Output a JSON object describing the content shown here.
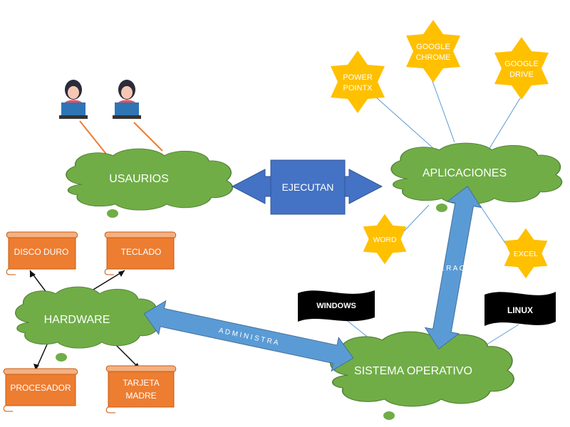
{
  "colors": {
    "cloud": "#70ad47",
    "cloud_stroke": "#548235",
    "scroll": "#ed7d31",
    "scroll_stroke": "#c55a11",
    "star": "#ffc000",
    "box": "#4472c4",
    "arrow": "#5b9bd5",
    "line_orange": "#ed7d31",
    "line_blue": "#5b9bd5",
    "flag": "#000000"
  },
  "icons": [
    "user-icon"
  ],
  "clouds": {
    "usuarios": "USAURIOS",
    "aplicaciones": "APLICACIONES",
    "hardware": "HARDWARE",
    "sistema": "SISTEMA OPERATIVO"
  },
  "center_box": "EJECUTAN",
  "arrow_labels": {
    "administra": "A D M I N I S T R A",
    "interactua": "I N T E R A C T U A"
  },
  "stars": {
    "powerpoint": [
      "POWER",
      "POINTX"
    ],
    "chrome": [
      "GOOGLE",
      "CHROME"
    ],
    "drive": [
      "GOOGLE",
      "DRIVE"
    ],
    "word": [
      "WORD"
    ],
    "excel": [
      "EXCEL"
    ]
  },
  "scrolls": {
    "disco": [
      "DISCO DURO"
    ],
    "teclado": [
      "TECLADO"
    ],
    "procesador": [
      "PROCESADOR"
    ],
    "tarjeta": [
      "TARJETA",
      "MADRE"
    ]
  },
  "flags": {
    "windows": "WINDOWS",
    "linux": "LINUX"
  }
}
